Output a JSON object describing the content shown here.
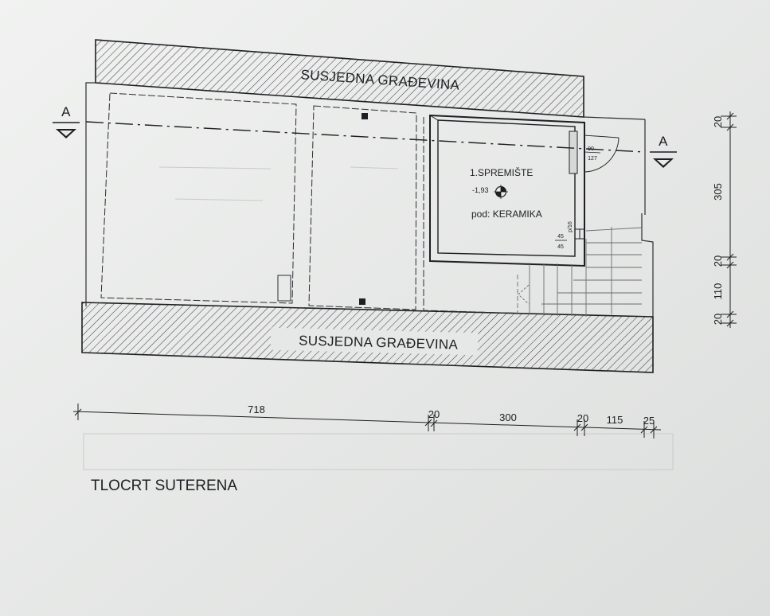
{
  "plan": {
    "neighbor_top": "SUSJEDNA GRAĐEVINA",
    "neighbor_bottom": "SUSJEDNA GRAĐEVINA",
    "section_left": "A",
    "section_right": "A",
    "room_name": "1.SPREMIŠTE",
    "room_level": "-1,93",
    "room_floor": "pod: KERAMIKA",
    "door_width": "90",
    "door_height": "127",
    "window_width": "45",
    "window_height": "45",
    "parapet": "p/16"
  },
  "dimensions": {
    "horizontal": [
      "718",
      "20",
      "300",
      "20",
      "115",
      "25"
    ],
    "vertical": [
      "20",
      "305",
      "20",
      "110",
      "20"
    ]
  },
  "title": "TLOCRT SUTERENA",
  "colors": {
    "paper": "#e9ebea",
    "ink": "#1d1f22",
    "hatch": "#3a3c40"
  }
}
